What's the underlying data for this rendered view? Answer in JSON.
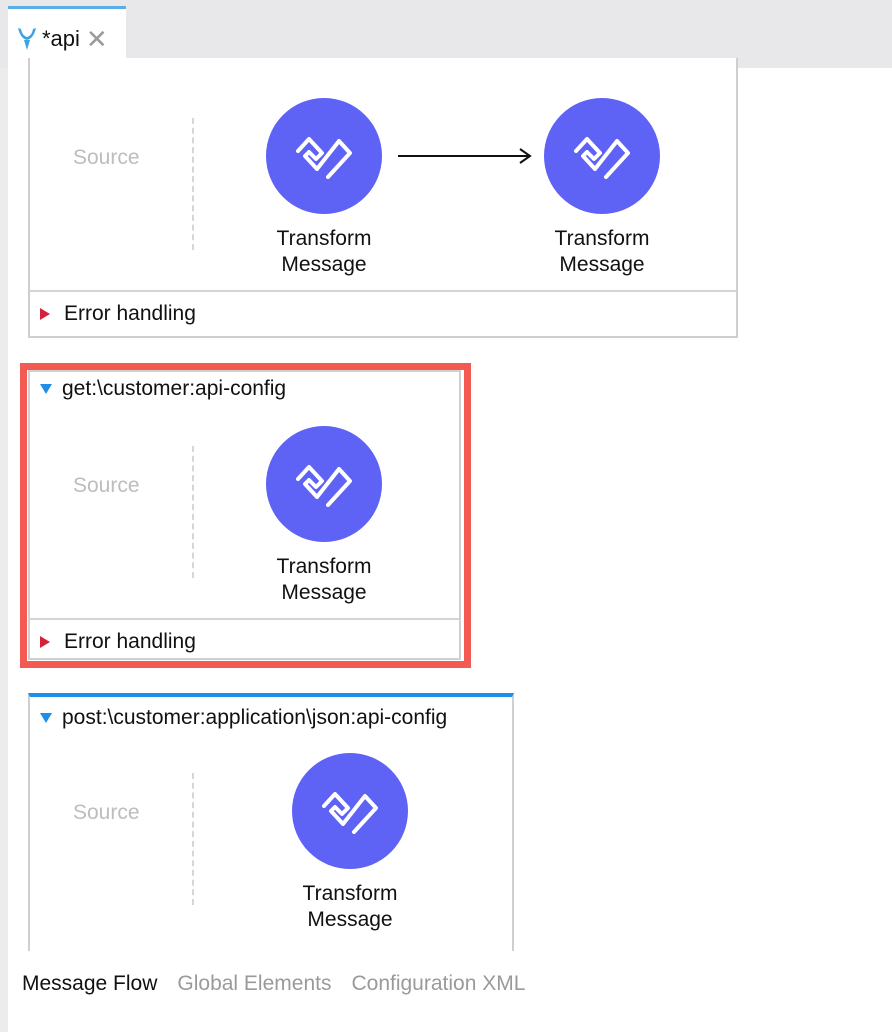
{
  "editor": {
    "tab_label": "*api",
    "tab_close": "✕",
    "tab_icon": "mule-icon"
  },
  "flows": [
    {
      "header": "",
      "source_label": "Source",
      "nodes": [
        {
          "label_line1": "Transform",
          "label_line2": "Message"
        },
        {
          "label_line1": "Transform",
          "label_line2": "Message"
        }
      ],
      "error_handling": "Error handling"
    },
    {
      "header": "get:\\customer:api-config",
      "source_label": "Source",
      "nodes": [
        {
          "label_line1": "Transform",
          "label_line2": "Message"
        }
      ],
      "error_handling": "Error handling"
    },
    {
      "header": "post:\\customer:application\\json:api-config",
      "source_label": "Source",
      "nodes": [
        {
          "label_line1": "Transform",
          "label_line2": "Message"
        }
      ]
    }
  ],
  "bottom_tabs": [
    "Message Flow",
    "Global Elements",
    "Configuration XML"
  ],
  "colors": {
    "node": "#5e63f6",
    "highlight": "#f25a52",
    "selected_border": "#1e8ee6",
    "expand_arrow": "#1e8ee6",
    "collapse_arrow": "#d6213a"
  }
}
